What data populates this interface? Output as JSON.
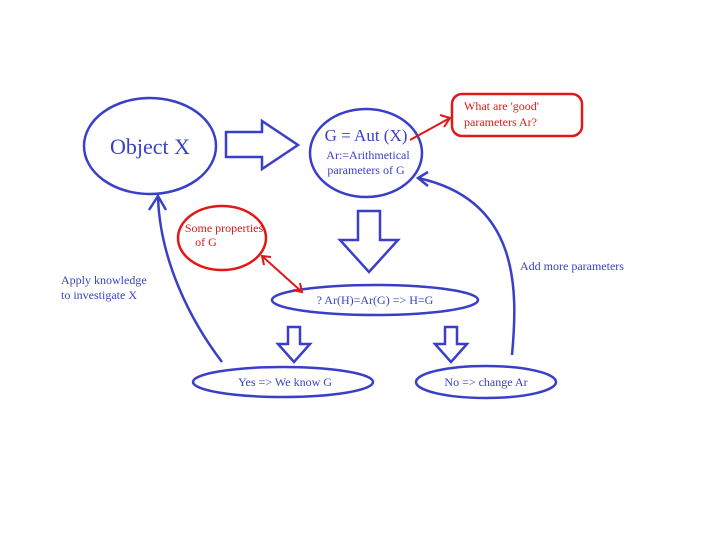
{
  "colors": {
    "blue": "#3a3fc8",
    "red": "#e01818",
    "background": "#ffffff"
  },
  "nodes": {
    "object_x": "Object X",
    "group": {
      "line1": "G = Aut (X)",
      "line2": "Ar:=Arithmetical",
      "line3": "parameters of G"
    },
    "good_params": {
      "line1": "What are 'good'",
      "line2": "parameters Ar?"
    },
    "properties": {
      "line1": "Some properties",
      "line2": "of G"
    },
    "question": "? Ar(H)=Ar(G) => H=G",
    "yes": "Yes => We know G",
    "no": "No => change Ar"
  },
  "labels": {
    "apply_line1": "Apply knowledge",
    "apply_line2": "to investigate X",
    "add_params": "Add more parameters"
  }
}
